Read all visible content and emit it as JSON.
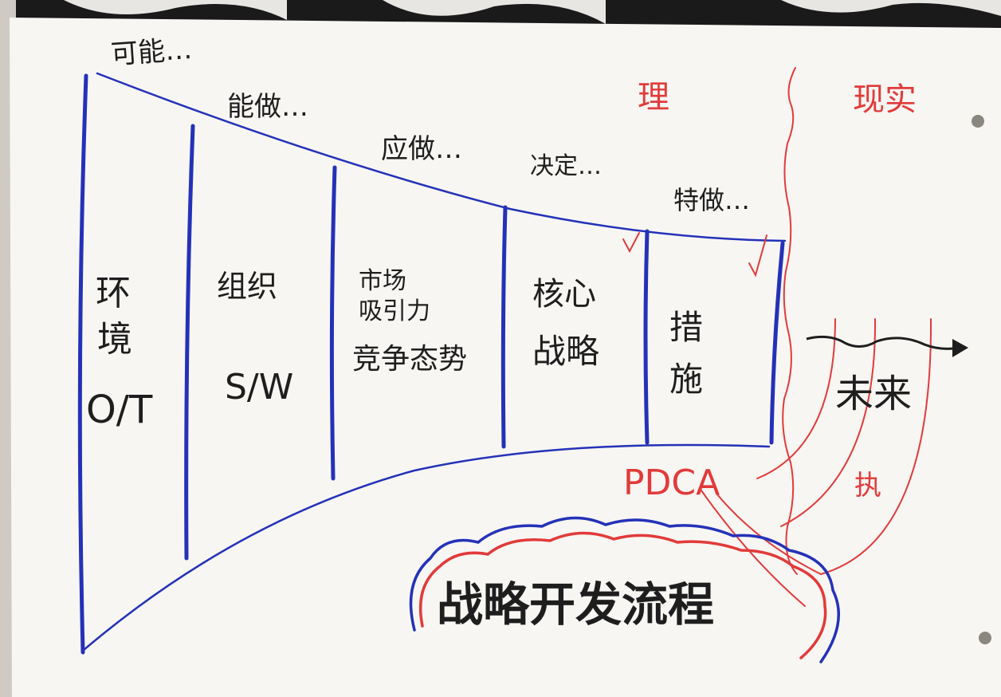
{
  "flipchart": {
    "top_labels": {
      "possible": "可能…",
      "can_do": "能做…",
      "should_do": "应做…",
      "decide": "决定…",
      "special": "特做…"
    },
    "columns": [
      {
        "line1": "环",
        "line2": "境",
        "line3": "O/T"
      },
      {
        "line1": "组织",
        "line2": "S/W"
      },
      {
        "line1": "市场",
        "line2": "吸引力",
        "line3": "竞争态势"
      },
      {
        "line1": "核心",
        "line2": "战略"
      },
      {
        "line1": "措",
        "line2": "施"
      }
    ],
    "right_labels": {
      "ideal": "理",
      "reality": "现实",
      "future": "未来",
      "pdca": "PDCA",
      "execute": "执"
    },
    "cloud_title": "战略开发流程",
    "colors": {
      "blue_marker": "#2431b8",
      "red_marker": "#e23a3a",
      "black_marker": "#1e1e1e",
      "paper": "#f7f6f3"
    }
  }
}
